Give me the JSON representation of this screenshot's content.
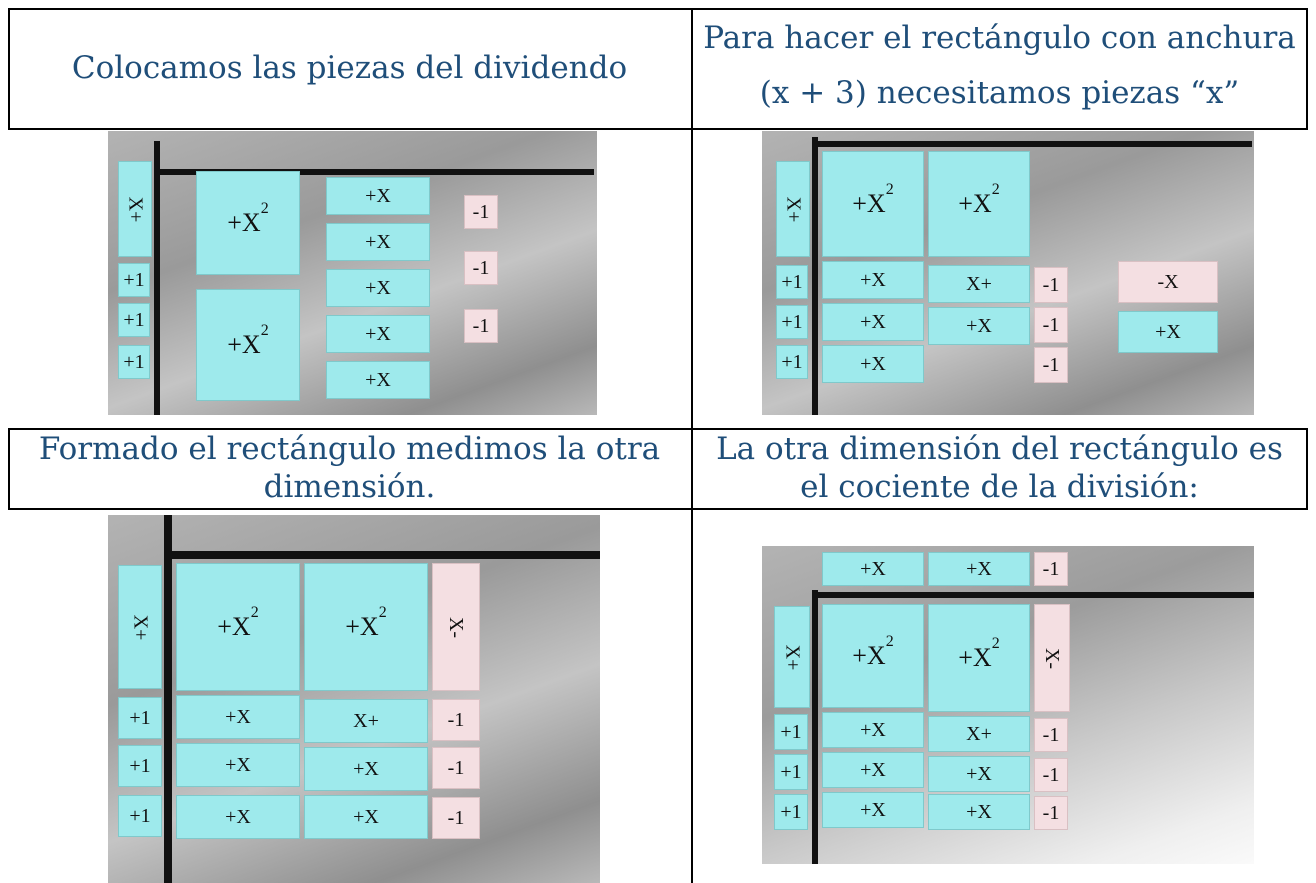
{
  "cells": [
    {
      "caption": "Colocamos las piezas del dividendo"
    },
    {
      "caption_line1": "Para hacer el rectángulo con anchura",
      "caption_line2": "(x + 3) necesitamos piezas “x”"
    },
    {
      "caption_line1": "Formado el rectángulo medimos la otra",
      "caption_line2": "dimensión."
    },
    {
      "caption_line1": "La otra dimensión del rectángulo es",
      "caption_line2": "el cociente de la división:"
    }
  ],
  "tiles": {
    "x_plus": "X+",
    "x_minus": "X-",
    "plus_one": "+1",
    "minus_one": "-1",
    "plus_x": "+X",
    "x_plus_rot": "X+",
    "minus_x": "-X",
    "plus_x2_base": "+X",
    "exponent": "2"
  },
  "colors": {
    "caption": "#1f4e79",
    "positive_tile": "#9eeaec",
    "negative_tile": "#f4dfe2"
  }
}
